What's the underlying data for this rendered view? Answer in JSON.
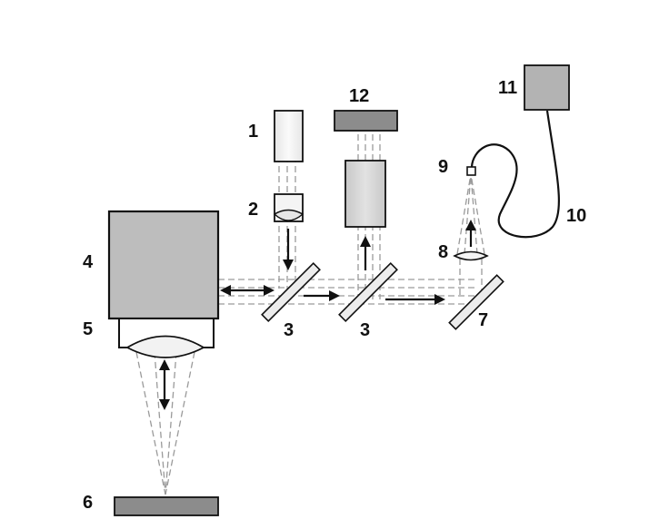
{
  "labels": {
    "source": "1",
    "source_lens": "2",
    "splitter_a": "3",
    "splitter_b": "3",
    "scanner": "4",
    "objective": "5",
    "sample": "6",
    "mirror": "7",
    "focus_lens": "8",
    "pinhole": "9",
    "fiber": "10",
    "detector": "11",
    "camera": "12"
  },
  "colors": {
    "ink": "#111111",
    "component_fill": "#bdbdbd",
    "dark_fill": "#8c8c8c",
    "light_fill": "#ececec",
    "beam": "#9a9a9a"
  }
}
